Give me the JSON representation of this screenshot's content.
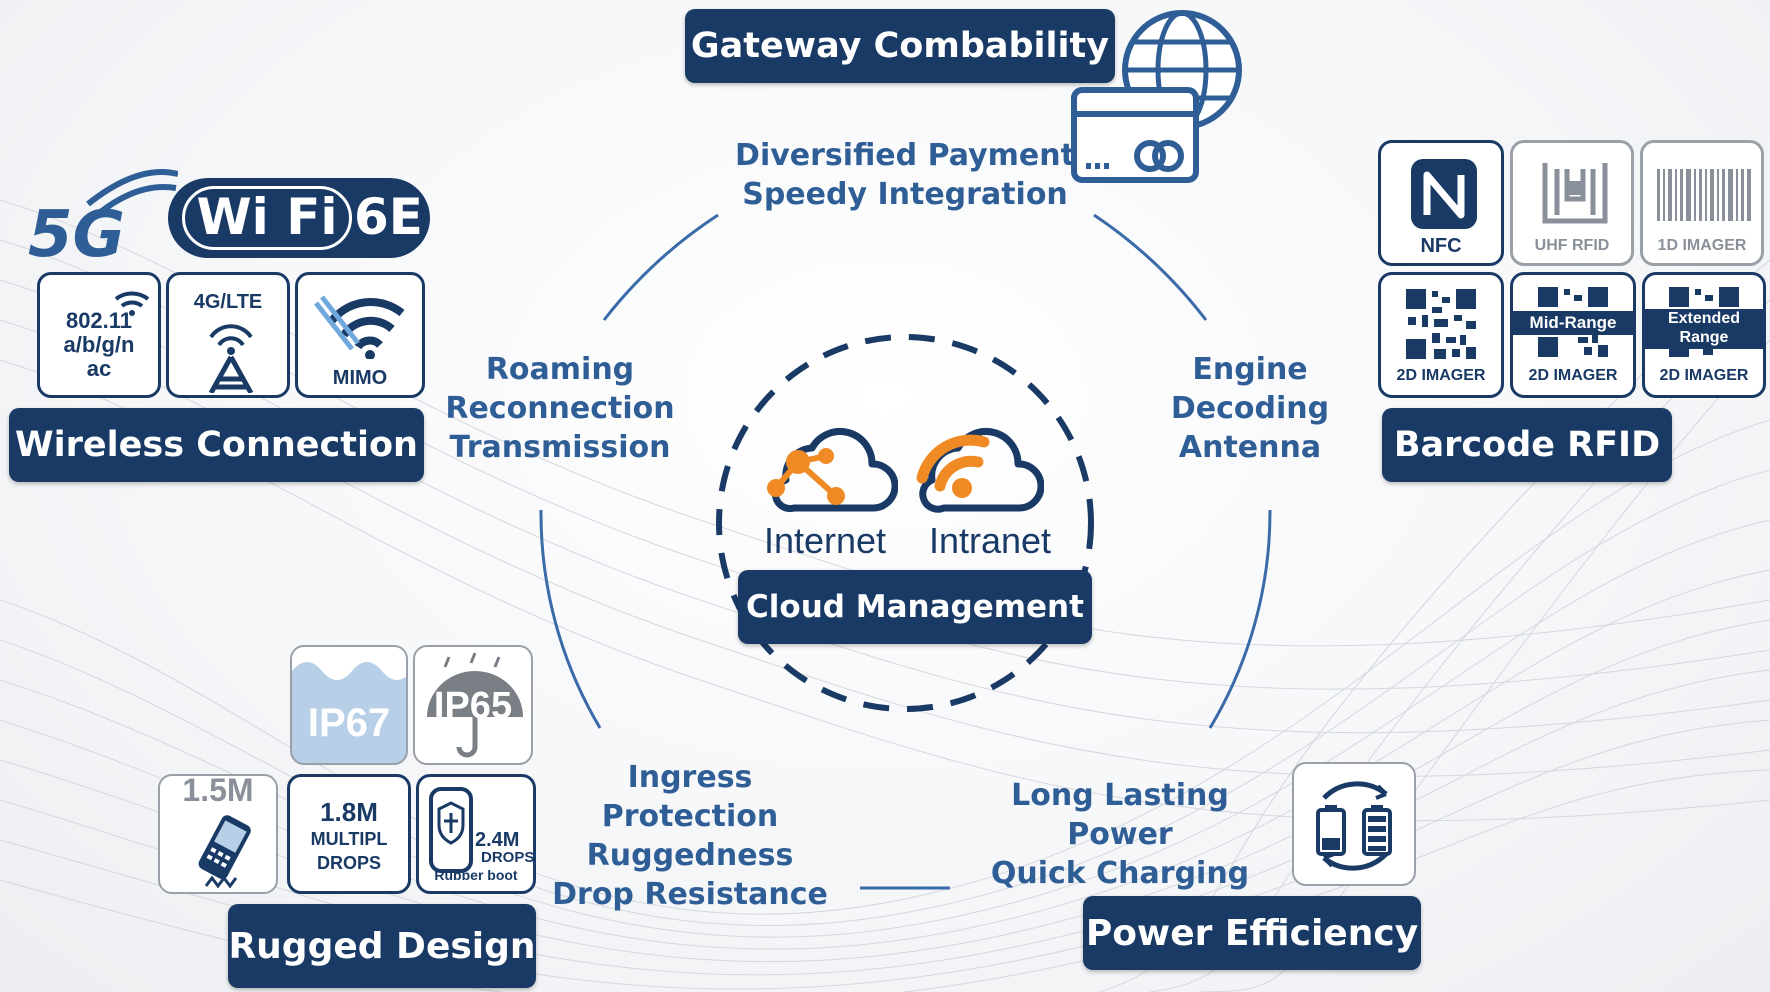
{
  "center": {
    "internet_label": "Internet",
    "intranet_label": "Intranet",
    "title": "Cloud Management"
  },
  "gateway": {
    "title": "Gateway Combability",
    "lines": [
      "Diversified Payment",
      "Speedy Integration"
    ]
  },
  "wireless": {
    "title": "Wireless Connection",
    "logo_5g": "5G",
    "logo_wifi": "Wi Fi",
    "logo_6e": "6E",
    "tiles": [
      {
        "line1": "802.11",
        "line2": "a/b/g/n",
        "line3": "ac"
      },
      {
        "label": "4G/LTE"
      },
      {
        "label": "MIMO"
      }
    ],
    "lines": [
      "Roaming",
      "Reconnection",
      "Transmission"
    ]
  },
  "barcode": {
    "title": "Barcode RFID",
    "lines": [
      "Engine",
      "Decoding",
      "Antenna"
    ],
    "tiles": [
      {
        "label": "NFC"
      },
      {
        "label": "UHF RFID"
      },
      {
        "label": "1D IMAGER"
      },
      {
        "label": "2D IMAGER"
      },
      {
        "badge": "Mid-Range",
        "label": "2D IMAGER"
      },
      {
        "badge_line1": "Extended",
        "badge_line2": "Range",
        "label": "2D IMAGER"
      }
    ]
  },
  "rugged": {
    "title": "Rugged Design",
    "lines": [
      "Ingress Protection",
      "Ruggedness",
      "Drop Resistance"
    ],
    "ip67": "IP67",
    "ip65": "IP65",
    "drop1": "1.5M",
    "drop2_value": "1.8M",
    "drop2_line1": "MULTIPL",
    "drop2_line2": "DROPS",
    "drop3_value": "2.4M",
    "drop3_line1": "DROPS",
    "drop3_line2": "Rubber boot"
  },
  "power": {
    "title": "Power Efficiency",
    "lines": [
      "Long Lasting Power",
      "Quick Charging"
    ]
  },
  "colors": {
    "navy": "#1a3a66",
    "text_blue": "#2f5e96",
    "orange": "#f08a24",
    "grey_tile": "#9aa0a8"
  }
}
